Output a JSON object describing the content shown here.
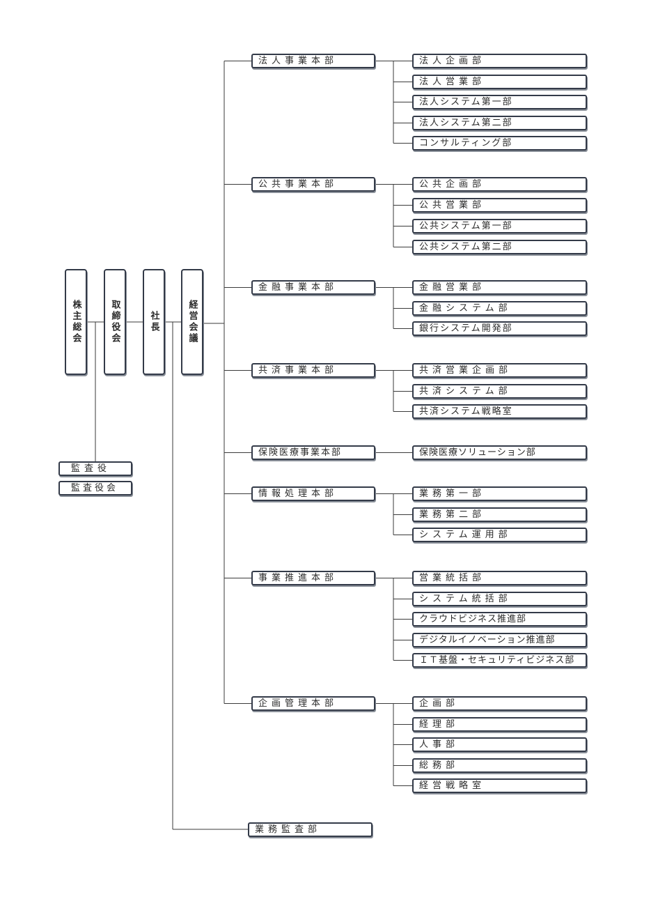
{
  "chain": {
    "shareholders": "株主総会",
    "board": "取締役会",
    "president": "社長",
    "management_council": "経営会議"
  },
  "audit": {
    "auditor": "監査役",
    "audit_board": "監査役会"
  },
  "divisions": [
    {
      "name": "法人事業本部",
      "departments": [
        "法人企画部",
        "法人営業部",
        "法人システム第一部",
        "法人システム第二部",
        "コンサルティング部"
      ]
    },
    {
      "name": "公共事業本部",
      "departments": [
        "公共企画部",
        "公共営業部",
        "公共システム第一部",
        "公共システム第二部"
      ]
    },
    {
      "name": "金融事業本部",
      "departments": [
        "金融営業部",
        "金融システム部",
        "銀行システム開発部"
      ]
    },
    {
      "name": "共済事業本部",
      "departments": [
        "共済営業企画部",
        "共済システム部",
        "共済システム戦略室"
      ]
    },
    {
      "name": "保険医療事業本部",
      "departments": [
        "保険医療ソリューション部"
      ]
    },
    {
      "name": "情報処理本部",
      "departments": [
        "業務第一部",
        "業務第二部",
        "システム運用部"
      ]
    },
    {
      "name": "事業推進本部",
      "departments": [
        "営業統括部",
        "システム統括部",
        "クラウドビジネス推進部",
        "デジタルイノベーション推進部",
        "ＩＴ基盤・セキュリティビジネス部"
      ]
    },
    {
      "name": "企画管理本部",
      "departments": [
        "企画部",
        "経理部",
        "人事部",
        "総務部",
        "経営戦略室"
      ]
    }
  ],
  "internal_audit": "業務監査部"
}
